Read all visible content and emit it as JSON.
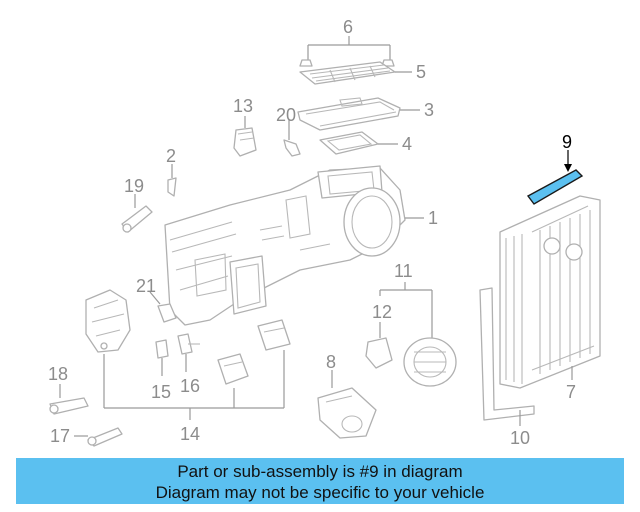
{
  "callouts": {
    "c1": "1",
    "c2": "2",
    "c3": "3",
    "c4": "4",
    "c5": "5",
    "c6": "6",
    "c7": "7",
    "c8": "8",
    "c9": "9",
    "c10": "10",
    "c11": "11",
    "c12": "12",
    "c13": "13",
    "c14": "14",
    "c15": "15",
    "c16": "16",
    "c17": "17",
    "c18": "18",
    "c19": "19",
    "c20": "20",
    "c21": "21"
  },
  "highlighted_part": "9",
  "colors": {
    "highlight_part": "#5bc0f0",
    "caption_bg": "#5bc0f0",
    "drawing": "#b0b0b0"
  },
  "caption": {
    "line1": "Part or sub-assembly is #9 in diagram",
    "line2": "Diagram may not be specific to your vehicle"
  }
}
